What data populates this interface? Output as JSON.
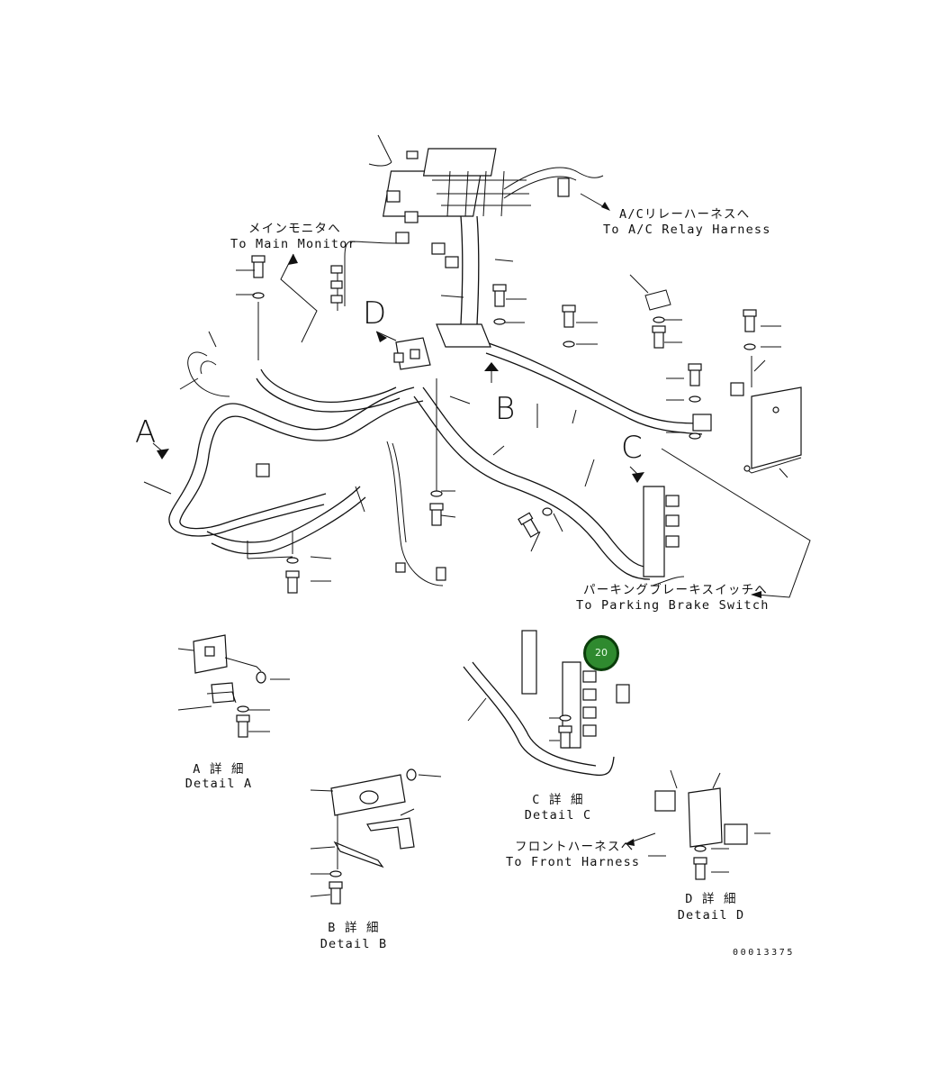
{
  "labels": {
    "main_monitor_jp": "メインモニタへ",
    "main_monitor_en": "To Main Monitor",
    "ac_relay_jp": "A/Cリレーハーネスへ",
    "ac_relay_en": "To A/C Relay Harness",
    "parking_jp": "パーキングブレーキスイッチへ",
    "parking_en": "To Parking Brake Switch",
    "front_jp": "フロントハーネスへ",
    "front_en": "To Front Harness"
  },
  "views": {
    "A": "A",
    "B": "B",
    "C": "C",
    "D": "D"
  },
  "details": {
    "a_jp": "A 詳 細",
    "a_en": "Detail A",
    "b_jp": "B 詳 細",
    "b_en": "Detail B",
    "c_jp": "C 詳 細",
    "c_en": "Detail C",
    "d_jp": "D 詳 細",
    "d_en": "Detail D"
  },
  "callout": {
    "number": "20",
    "fill_color": "#2f8a2f"
  },
  "drawing_number": "00013375"
}
